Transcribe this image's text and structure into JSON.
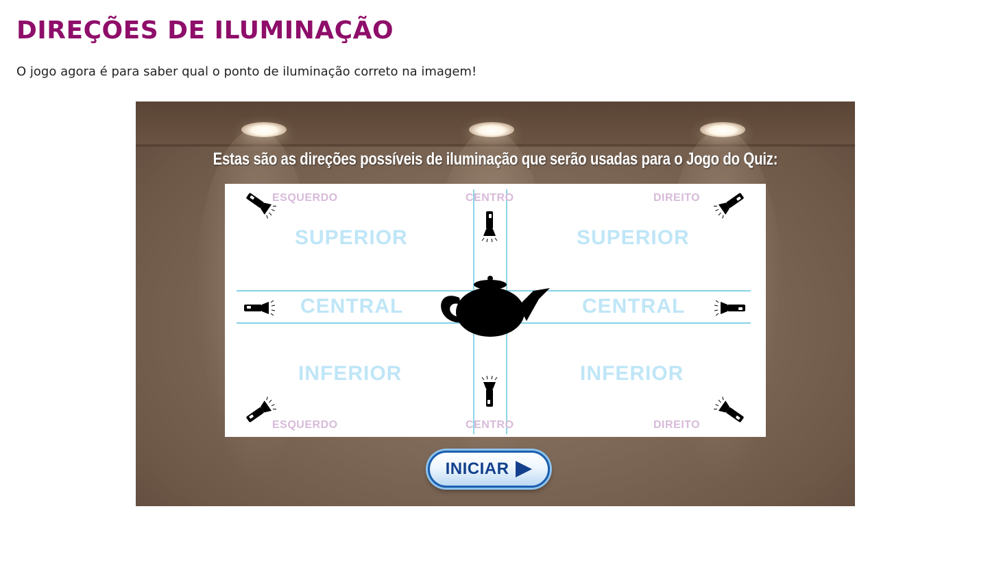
{
  "page": {
    "title": "DIREÇÕES DE ILUMINAÇÃO",
    "intro": "O jogo agora é para saber qual o ponto de iluminação correto na imagem!"
  },
  "game": {
    "heading": "Estas são as direções possíveis de iluminação que serão usadas para o Jogo do Quiz:",
    "horizontal_labels": {
      "top_left": "ESQUERDO",
      "top_center": "CENTRO",
      "top_right": "DIREITO",
      "bottom_left": "ESQUERDO",
      "bottom_center": "CENTRO",
      "bottom_right": "DIREITO"
    },
    "vertical_labels": {
      "top_left": "SUPERIOR",
      "top_right": "SUPERIOR",
      "mid_left": "CENTRAL",
      "mid_right": "CENTRAL",
      "bottom_left": "INFERIOR",
      "bottom_right": "INFERIOR"
    },
    "start_button": {
      "label": "INICIAR",
      "icon": "play-arrow-icon"
    },
    "icons": [
      "flashlight-icon",
      "teapot-icon",
      "ceiling-lamp-icon"
    ],
    "colors": {
      "title": "#8e0e6a",
      "guide_lines": "#5bc3dd",
      "vertical_labels": "#bfe6f7",
      "horizontal_labels": "#d8bad9",
      "button_text": "#12408c"
    }
  }
}
